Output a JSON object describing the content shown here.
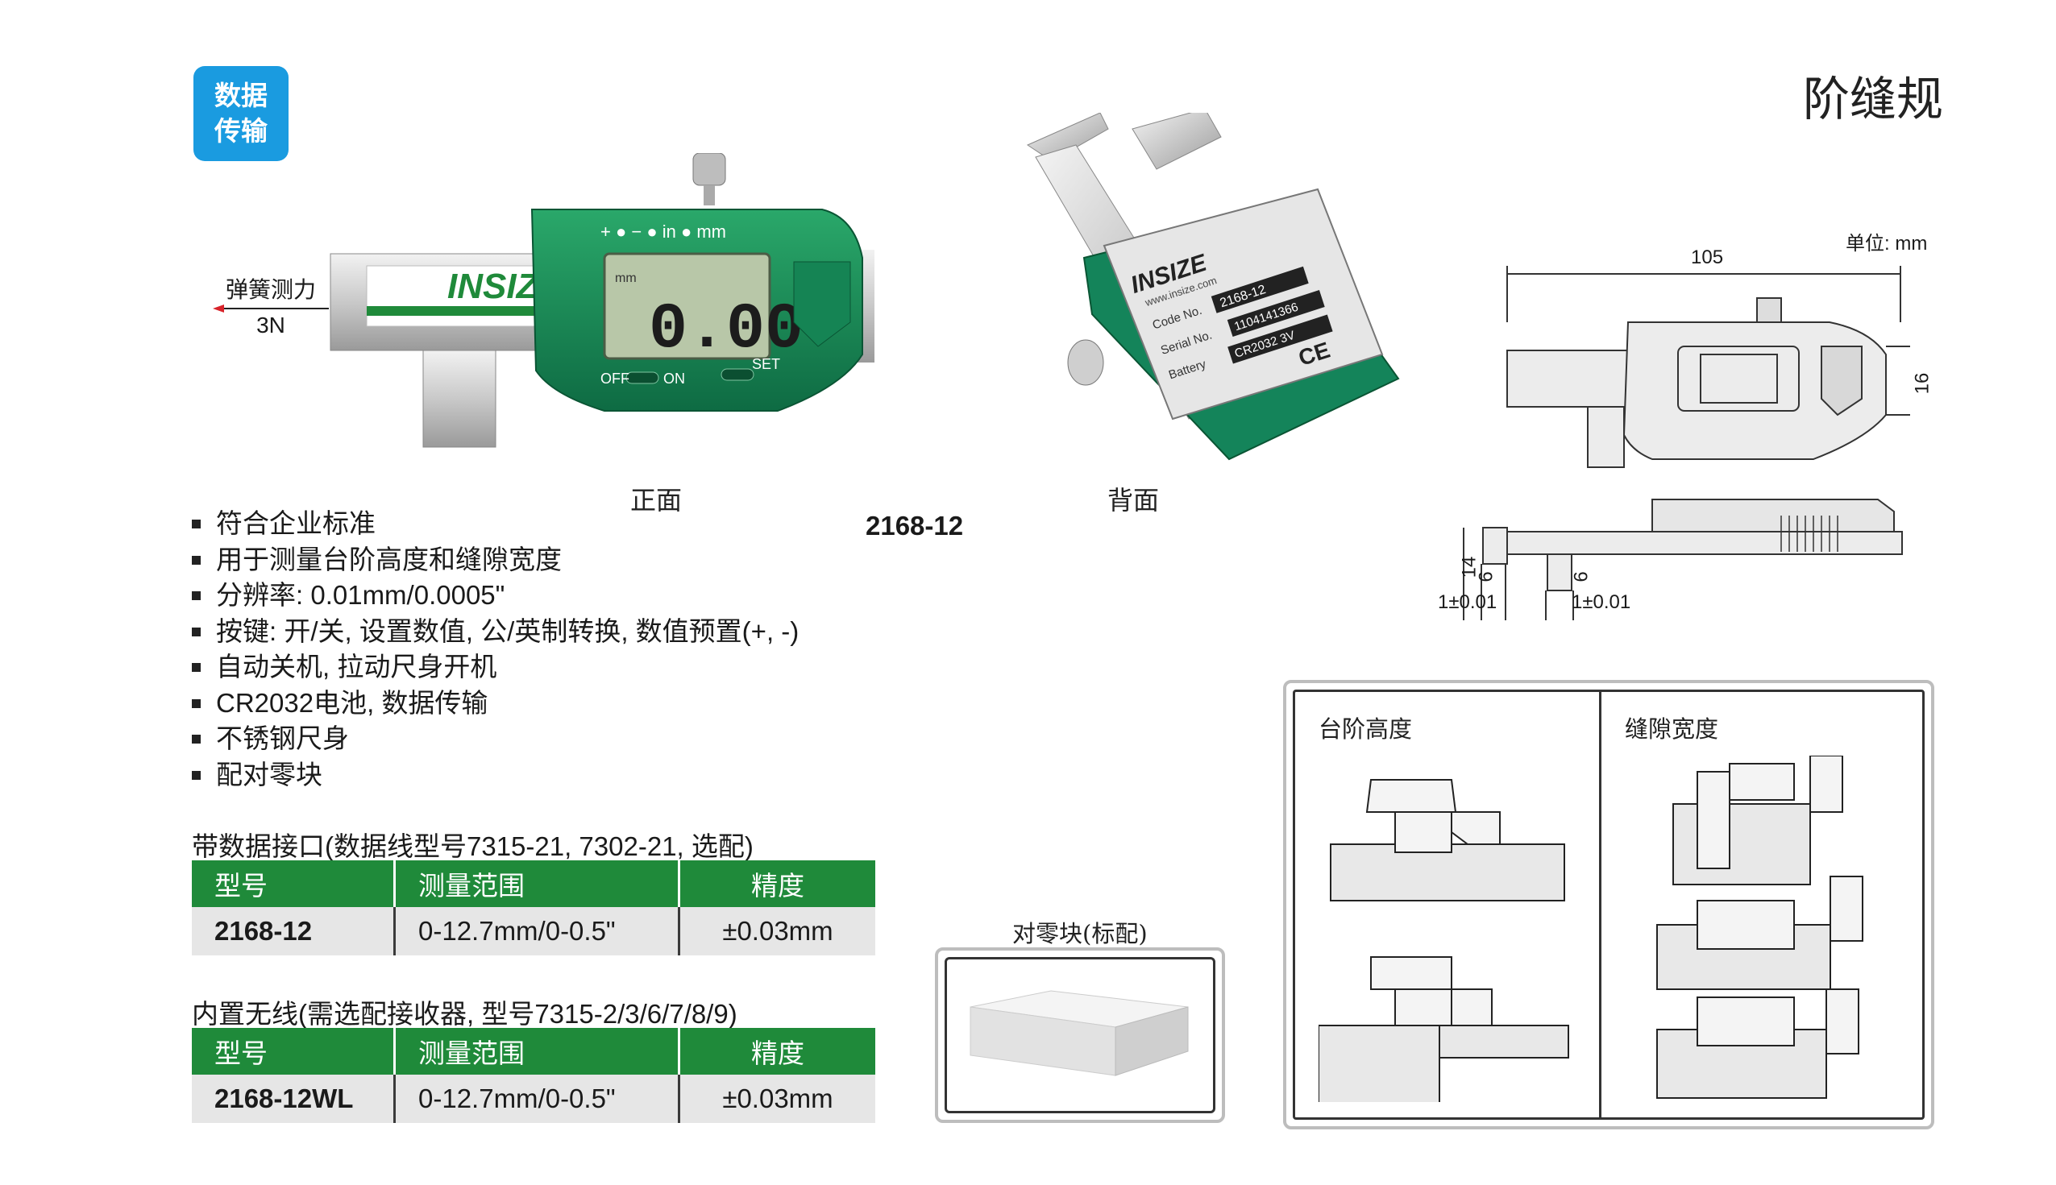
{
  "badge": {
    "line1": "数据",
    "line2": "传输"
  },
  "title": "阶缝规",
  "spring": {
    "label": "弹簧测力",
    "value": "3N"
  },
  "front_caption": "正面",
  "back_caption": "背面",
  "model": "2168-12",
  "gauge_front": {
    "logo": "INSIZE",
    "display": "0.00",
    "mm_small": "mm",
    "btn_top": "+ ● − ● in ● mm",
    "btn_off": "OFF",
    "btn_on": "ON",
    "btn_set": "SET"
  },
  "gauge_back": {
    "logo": "INSIZE",
    "url": "www.insize.com",
    "code_label": "Code No.",
    "code": "2168-12",
    "serial_label": "Serial No.",
    "serial": "1104141366",
    "battery_label": "Battery",
    "battery": "CR2032 3V",
    "ce": "CE"
  },
  "features": [
    "符合企业标准",
    "用于测量台阶高度和缝隙宽度",
    "分辨率: 0.01mm/0.0005\"",
    "按键: 开/关, 设置数值, 公/英制转换, 数值预置(+, -)",
    "自动关机, 拉动尺身开机",
    "CR2032电池, 数据传输",
    "不锈钢尺身",
    "配对零块"
  ],
  "table1": {
    "title": "带数据接口(数据线型号7315-21, 7302-21, 选配)",
    "headers": [
      "型号",
      "测量范围",
      "精度"
    ],
    "row": [
      "2168-12",
      "0-12.7mm/0-0.5\"",
      "±0.03mm"
    ]
  },
  "table2": {
    "title": "内置无线(需选配接收器, 型号7315-2/3/6/7/8/9)",
    "headers": [
      "型号",
      "测量范围",
      "精度"
    ],
    "row": [
      "2168-12WL",
      "0-12.7mm/0-0.5\"",
      "±0.03mm"
    ]
  },
  "drawing": {
    "unit": "单位: mm",
    "width": "105",
    "height": "16",
    "d14": "14",
    "d6a": "6",
    "d6b": "6",
    "tol_a": "1±0.01",
    "tol_b": "1±0.01"
  },
  "zero_block": {
    "caption": "对零块(标配)"
  },
  "usage": {
    "left_title": "台阶高度",
    "right_title": "缝隙宽度"
  },
  "colors": {
    "brand_green": "#1f8a3a",
    "badge_blue": "#1a9be0"
  }
}
